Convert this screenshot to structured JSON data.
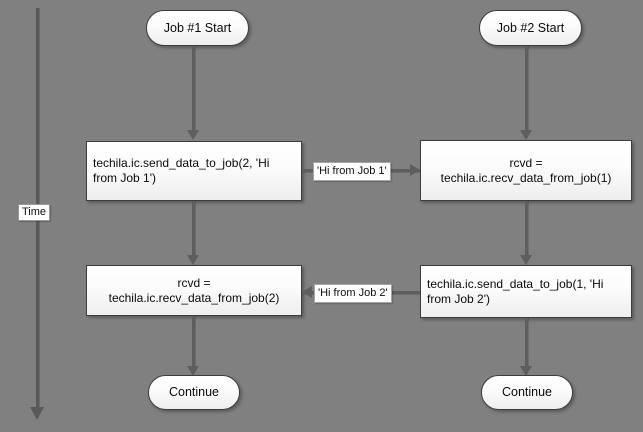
{
  "diagram": {
    "background_color": "#808080",
    "node_fill_color": "#fbfbfb",
    "node_border_color": "#3d3d3d",
    "connector_color": "#5e5e5e"
  },
  "time_axis": {
    "label": "Time",
    "direction": "downward"
  },
  "columns": [
    {
      "id": "job1",
      "start": {
        "label": "Job #1 Start"
      },
      "steps": [
        {
          "label": "techila.ic.send_data_to_job(2, 'Hi from Job 1')"
        },
        {
          "label": "rcvd =\ntechila.ic.recv_data_from_job(2)"
        }
      ],
      "end": {
        "label": "Continue"
      }
    },
    {
      "id": "job2",
      "start": {
        "label": "Job #2 Start"
      },
      "steps": [
        {
          "label": "rcvd =\ntechila.ic.recv_data_from_job(1)"
        },
        {
          "label": "techila.ic.send_data_to_job(1, 'Hi from Job 2')"
        }
      ],
      "end": {
        "label": "Continue"
      }
    }
  ],
  "messages": [
    {
      "id": "msg1",
      "label": "'Hi from Job 1'",
      "direction": "right",
      "from": "job1",
      "to": "job2"
    },
    {
      "id": "msg2",
      "label": "'Hi from Job 2'",
      "direction": "left",
      "from": "job2",
      "to": "job1"
    }
  ]
}
